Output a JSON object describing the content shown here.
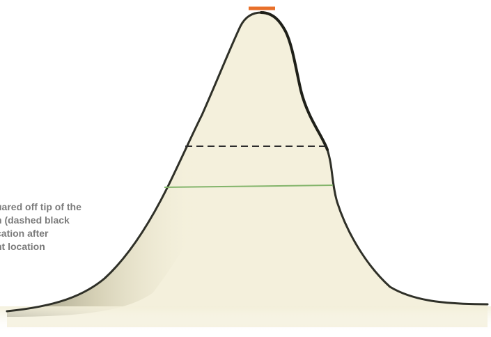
{
  "caption": {
    "lines": [
      "uared off tip of the",
      "n (dashed black",
      "cation after",
      "nt location"
    ]
  },
  "colors": {
    "orange_axis": "#e8702a",
    "green_line": "#82b46a",
    "black_dashed": "#2c2c2c",
    "outline": "#2f3028",
    "sand_fill": "#f3efd9",
    "shade": "#c8c2a0",
    "caption_text": "#7b7b7b"
  }
}
